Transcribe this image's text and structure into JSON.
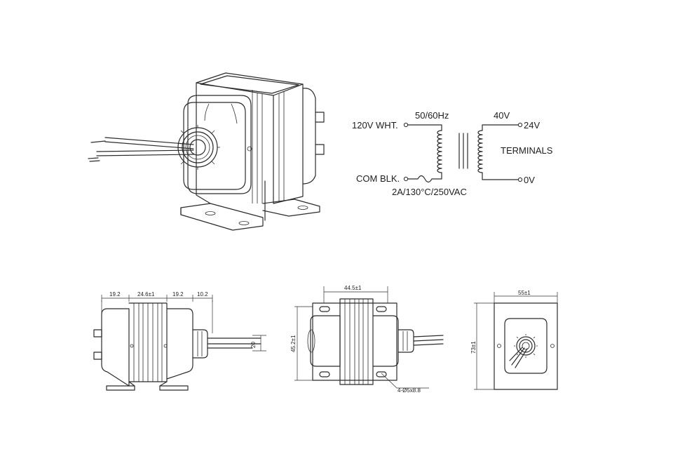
{
  "schematic": {
    "primary_hot": "120V WHT.",
    "primary_common": "COM BLK.",
    "frequency": "50/60Hz",
    "rating": "2A/130°C/250VAC",
    "secondary_voltage": "40V",
    "terminal_top": "24V",
    "terminal_bottom": "0V",
    "terminals_label": "TERMINALS"
  },
  "side_view": {
    "dim_1": "19.2",
    "dim_2": "24.6±1",
    "dim_3": "19.2",
    "dim_4": "10.2",
    "dim_lead": "20"
  },
  "top_view": {
    "dim_width": "44.5±1",
    "dim_height": "45.2±1",
    "holes": "4-Ø5x8.8"
  },
  "end_view": {
    "dim_width": "55±1",
    "dim_height": "73±1"
  }
}
